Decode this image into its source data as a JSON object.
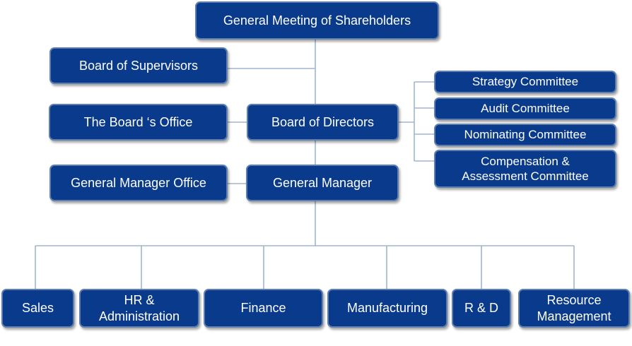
{
  "org_chart": {
    "shareholders": "General Meeting of Shareholders",
    "supervisors": "Board of Supervisors",
    "board_office": "The Board ‘s Office",
    "directors": "Board  of Directors",
    "gm_office": "General Manager Office",
    "general_manager": "General Manager",
    "committees": {
      "strategy": "Strategy Committee",
      "audit": "Audit Committee",
      "nominating": "Nominating Committee",
      "compensation": "Compensation &\nAssessment Committee"
    },
    "departments": {
      "sales": "Sales",
      "hr": "HR &\nAdministration",
      "finance": "Finance",
      "manufacturing": "Manufacturing",
      "rd": "R & D",
      "resource": "Resource\nManagement"
    }
  }
}
